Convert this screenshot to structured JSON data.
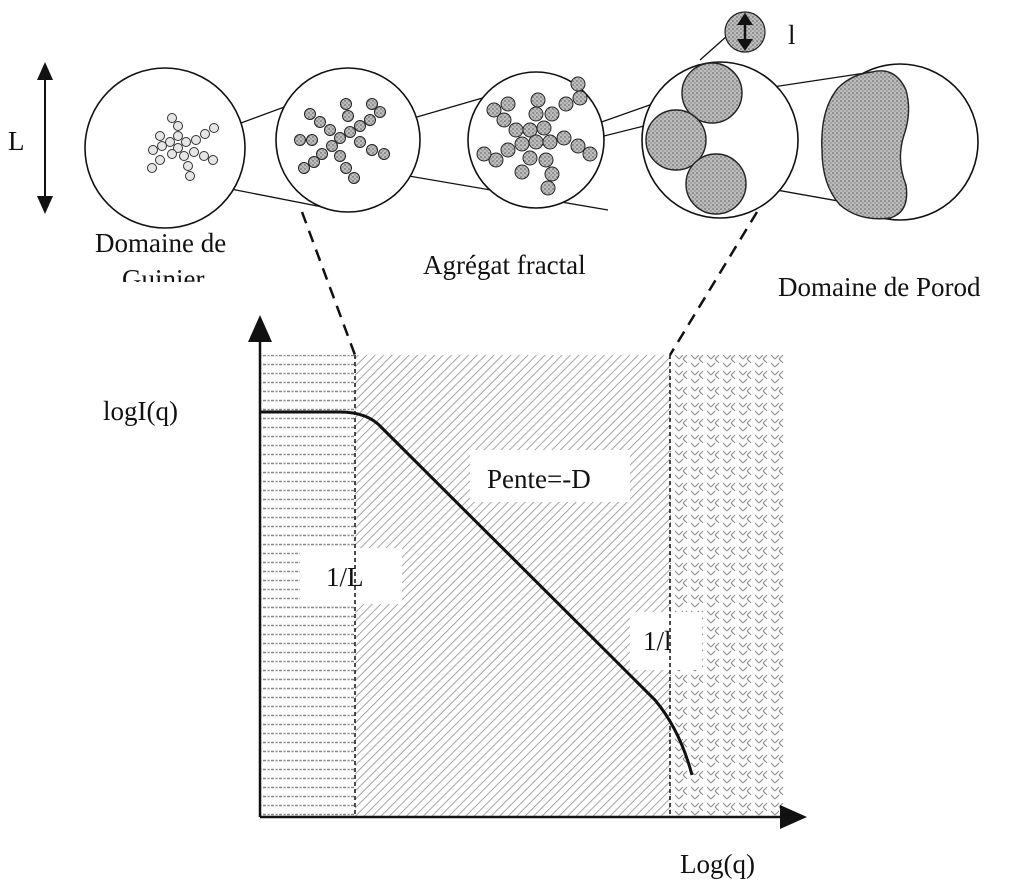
{
  "labels": {
    "size_L": "L",
    "size_l": "l",
    "guinier_line1": "Domaine de",
    "guinier_line2": "Guinier",
    "fractal": "Agrégat fractal",
    "porod": "Domaine de Porod",
    "y_axis": "logI(q)",
    "x_axis": "Log(q)",
    "slope": "Pente=-D",
    "crossover_L": "1/L",
    "crossover_l": "1/l"
  },
  "colors": {
    "ink": "#111111",
    "particle_fill": "#9a9a9a",
    "cluster_fill": "#c9c9c9",
    "hatch": "#8a8a8a"
  }
}
